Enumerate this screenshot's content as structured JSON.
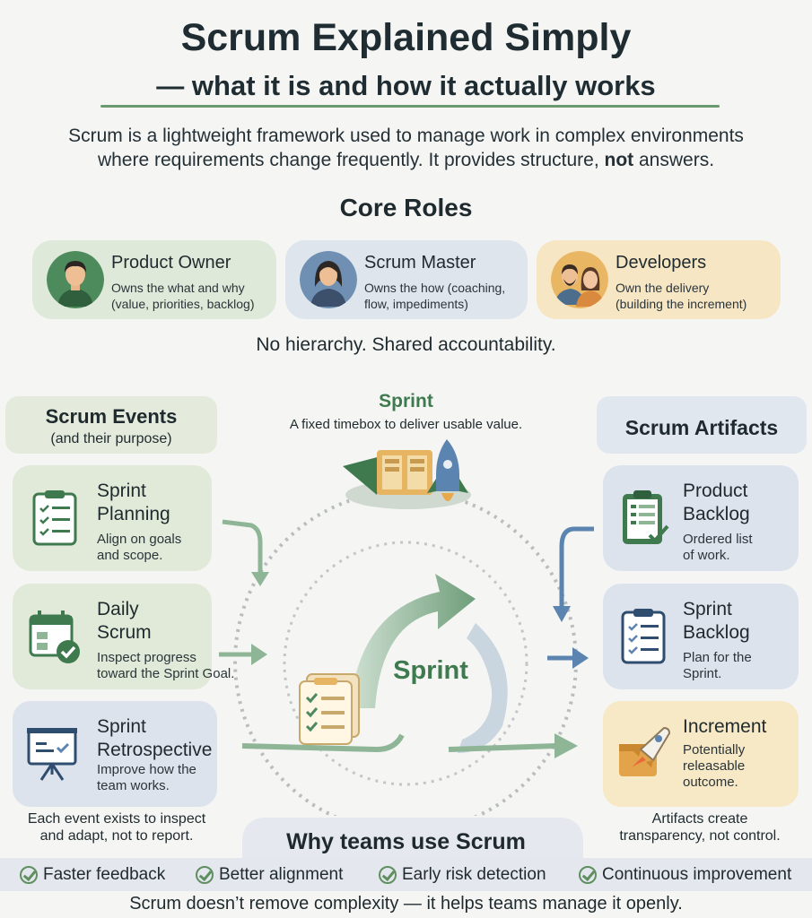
{
  "title": {
    "line1": "Scrum Explained Simply",
    "line2": "— what it is and how it actually works"
  },
  "intro": {
    "line1": "Scrum is a lightweight framework used to manage work in complex environments",
    "line2_before": "where requirements change frequently. It provides structure, ",
    "line2_bold": "not",
    "line2_after": " answers."
  },
  "core_roles": {
    "title": "Core Roles",
    "roles": [
      {
        "name": "Product Owner",
        "desc1": "Owns the what and why",
        "desc2": "(value, priorities, backlog)",
        "icon": "product-owner-avatar"
      },
      {
        "name": "Scrum Master",
        "desc1": "Owns the how (coaching,",
        "desc2": "flow, impediments)",
        "icon": "scrum-master-avatar"
      },
      {
        "name": "Developers",
        "desc1": "Own the delivery",
        "desc2": "(building the increment)",
        "icon": "developers-avatar"
      }
    ],
    "note": "No hierarchy. Shared accountability."
  },
  "events": {
    "title": "Scrum Events",
    "subtitle": "(and their purpose)",
    "items": [
      {
        "title1": "Sprint",
        "title2": "Planning",
        "desc1": "Align on goals",
        "desc2": "and scope.",
        "icon": "clipboard-checklist-icon"
      },
      {
        "title1": "Daily",
        "title2": "Scrum",
        "desc1": "Inspect progress",
        "desc2": "toward the Sprint Goal.",
        "icon": "calendar-check-icon"
      },
      {
        "title1": "Sprint",
        "title2": "Retrospective",
        "desc1": "Improve how the",
        "desc2": "team works.",
        "icon": "presentation-board-icon"
      }
    ],
    "note1": "Each event exists to inspect",
    "note2": "and adapt, not to report."
  },
  "sprint": {
    "title": "Sprint",
    "desc": "A fixed timebox to deliver usable value.",
    "center_label": "Sprint"
  },
  "artifacts": {
    "title": "Scrum Artifacts",
    "items": [
      {
        "title1": "Product",
        "title2": "Backlog",
        "desc1": "Ordered list",
        "desc2": "of work.",
        "icon": "backlog-list-icon"
      },
      {
        "title1": "Sprint",
        "title2": "Backlog",
        "desc1": "Plan for the",
        "desc2": "Sprint.",
        "icon": "sprint-backlog-clipboard-icon"
      },
      {
        "title1": "Increment",
        "desc1": "Potentially",
        "desc2": "releasable",
        "desc3": "outcome.",
        "icon": "rocket-increment-icon"
      }
    ],
    "note1": "Artifacts create",
    "note2": "transparency, not control."
  },
  "why": {
    "title": "Why teams use Scrum",
    "benefits": [
      "Faster feedback",
      "Better alignment",
      "Early risk detection",
      "Continuous improvement"
    ],
    "closing": "Scrum doesn’t remove complexity — it helps teams manage it openly."
  },
  "colors": {
    "green_accent": "#3f7a4f",
    "green_card": "#e1ead9",
    "blue_card": "#dde3ec",
    "amber_card": "#f7e6c4",
    "arrow_green": "#8fb597",
    "arrow_blue": "#5c84b0"
  }
}
